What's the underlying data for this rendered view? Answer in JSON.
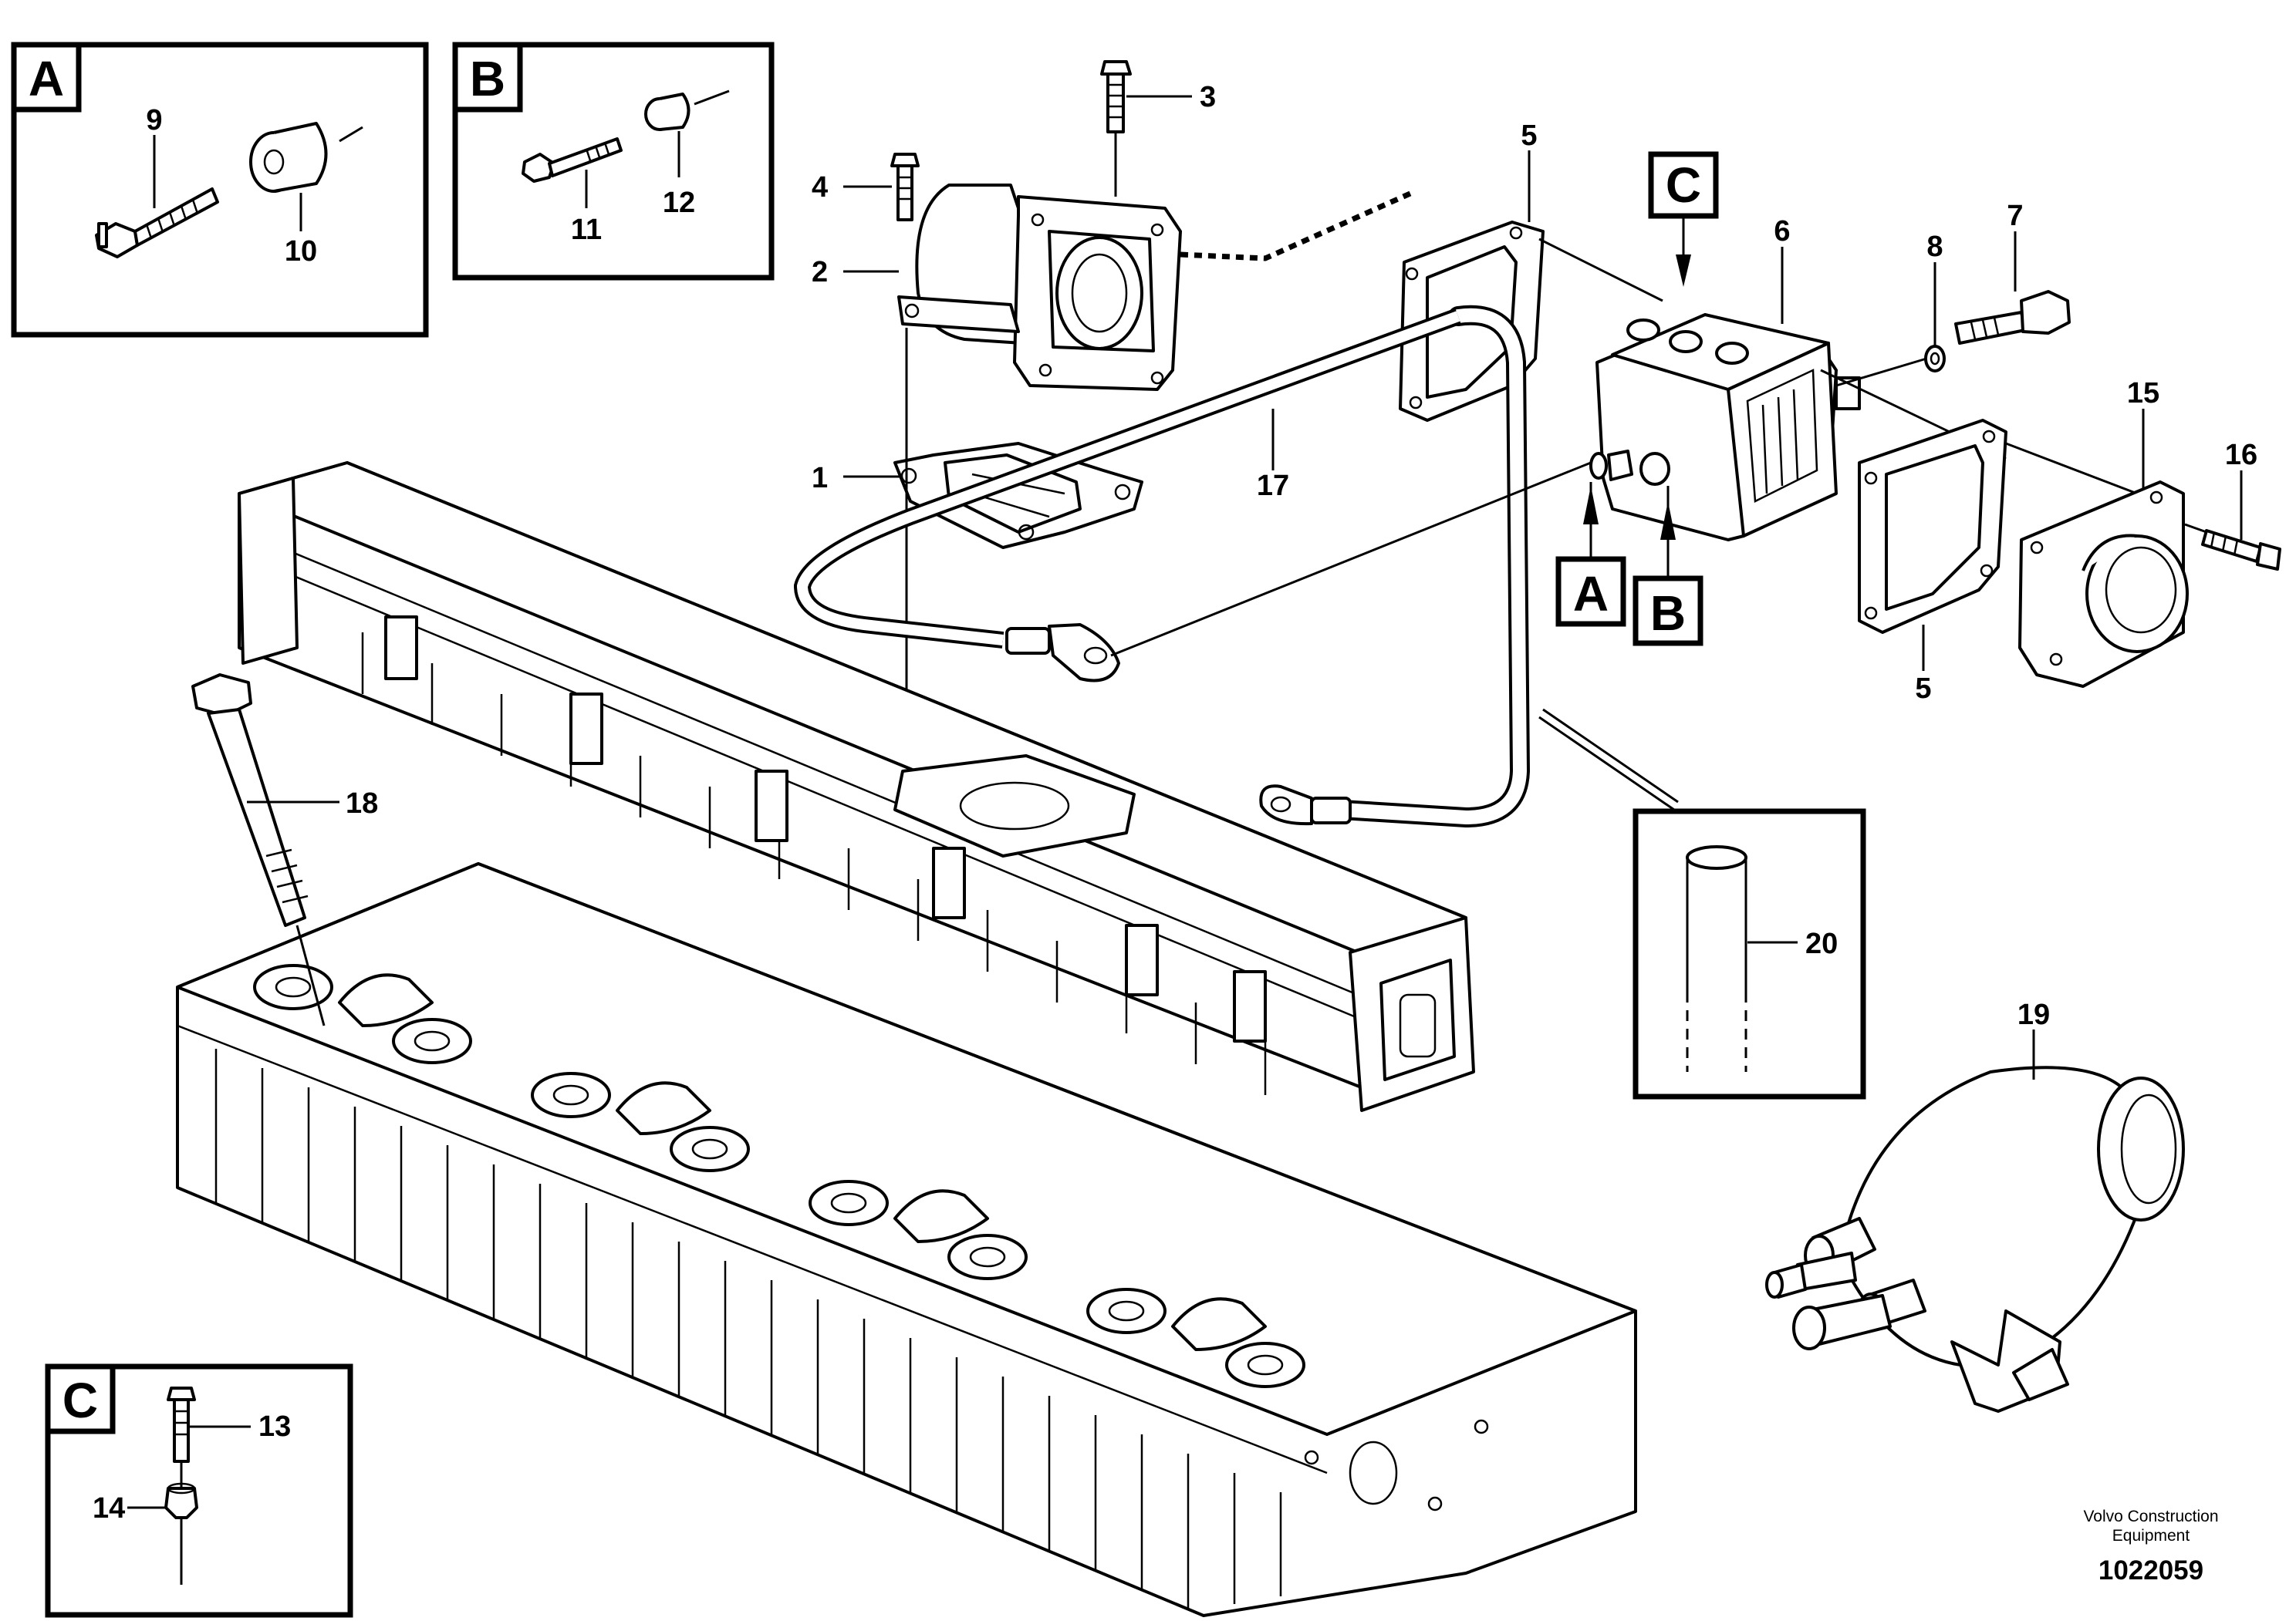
{
  "callouts": {
    "c1": "1",
    "c2": "2",
    "c3": "3",
    "c4": "4",
    "c5a": "5",
    "c5b": "5",
    "c6": "6",
    "c7": "7",
    "c8": "8",
    "c9": "9",
    "c10": "10",
    "c11": "11",
    "c12": "12",
    "c13": "13",
    "c14": "14",
    "c15": "15",
    "c16": "16",
    "c17": "17",
    "c18": "18",
    "c19": "19",
    "c20": "20"
  },
  "detail_boxes": {
    "a": "A",
    "b": "B",
    "c": "C"
  },
  "reference_tags": {
    "a": "A",
    "b": "B",
    "c": "C"
  },
  "credit": {
    "line1": "Volvo Construction",
    "line2": "Equipment"
  },
  "document_number": "1022059"
}
